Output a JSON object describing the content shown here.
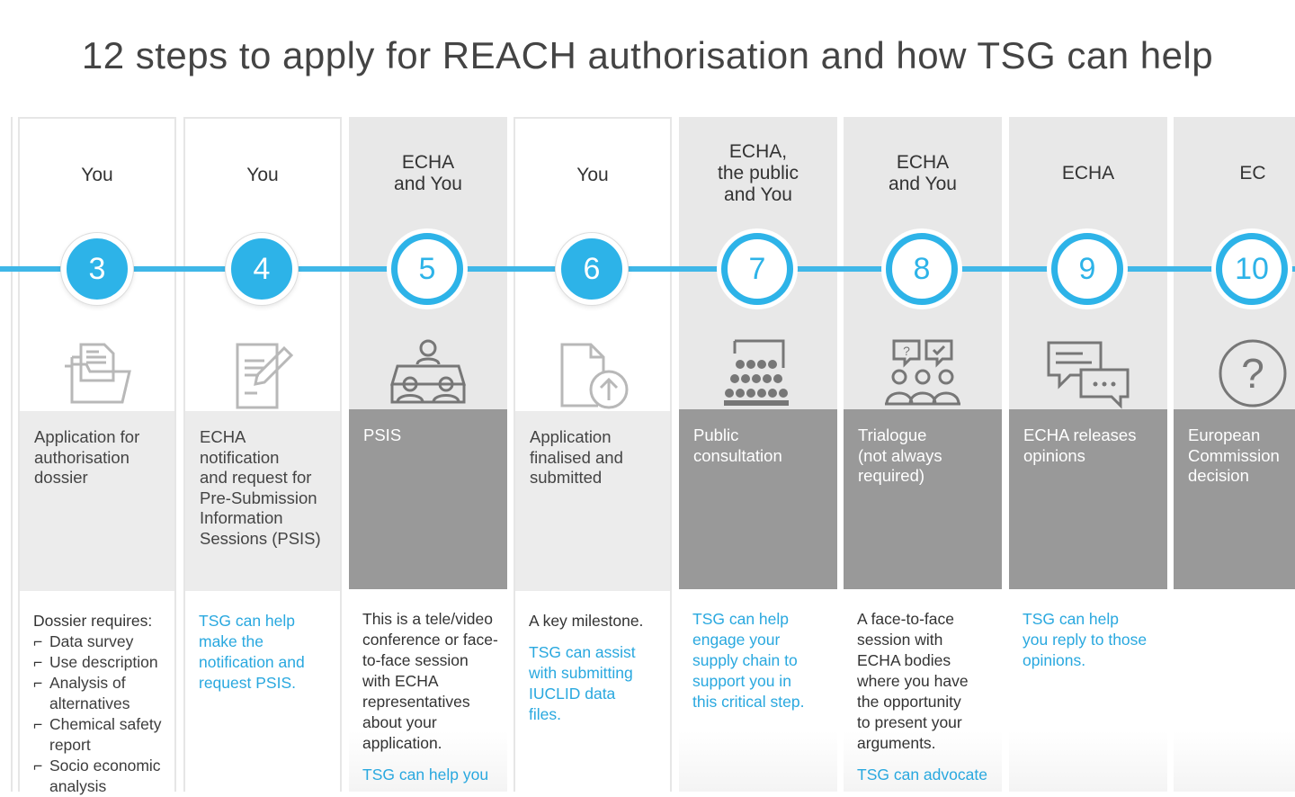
{
  "title": "12 steps to apply for REACH authorisation and how TSG can help",
  "colors": {
    "accent": "#2db3e8",
    "dark_panel": "#999999",
    "light_panel": "#ececec",
    "gray_column": "#e8e8e8"
  },
  "steps": [
    {
      "number": "3",
      "actor": "You",
      "name": "Application for\nauthorisation\ndossier",
      "intro": "Dossier requires:",
      "bullets": [
        "Data survey",
        "Use description",
        "Analysis of\nalternatives",
        "Chemical safety\nreport",
        "Socio economic\nanalysis"
      ],
      "help": "",
      "icon": "folder-documents-icon"
    },
    {
      "number": "4",
      "actor": "You",
      "name": "ECHA\nnotification\nand request for\nPre-Submission\nInformation\nSessions (PSIS)",
      "intro": "",
      "bullets": [],
      "help": "TSG can help\nmake the\nnotification and\nrequest PSIS.",
      "icon": "edit-document-icon"
    },
    {
      "number": "5",
      "actor": "ECHA\nand You",
      "name": "PSIS",
      "intro": "This is a tele/video\nconference or face-\nto-face session\nwith ECHA\nrepresentatives\nabout your\napplication.",
      "bullets": [],
      "help": "TSG can help you",
      "icon": "meeting-icon"
    },
    {
      "number": "6",
      "actor": "You",
      "name": "Application\nfinalised and\nsubmitted",
      "intro": "A key milestone.",
      "bullets": [],
      "help": "TSG can assist\nwith submitting\nIUCLID data\nfiles.",
      "icon": "upload-document-icon"
    },
    {
      "number": "7",
      "actor": "ECHA,\nthe public\nand You",
      "name": "Public\nconsultation",
      "intro": "",
      "bullets": [],
      "help": "TSG can help\nengage your\nsupply chain to\nsupport you in\nthis critical step.",
      "icon": "audience-icon"
    },
    {
      "number": "8",
      "actor": "ECHA\nand You",
      "name": "Trialogue\n(not always\nrequired)",
      "intro": "A face-to-face\nsession with\nECHA bodies\nwhere you have\nthe opportunity\nto present your\narguments.",
      "bullets": [],
      "help": "TSG can advocate",
      "icon": "trialogue-icon"
    },
    {
      "number": "9",
      "actor": "ECHA",
      "name": "ECHA releases\nopinions",
      "intro": "",
      "bullets": [],
      "help": "TSG can help\nyou reply to those\nopinions.",
      "icon": "speech-bubbles-icon"
    },
    {
      "number": "10",
      "actor": "EC",
      "name": "European\nCommission\ndecision",
      "intro": "",
      "bullets": [],
      "help": "",
      "icon": "question-icon"
    }
  ]
}
